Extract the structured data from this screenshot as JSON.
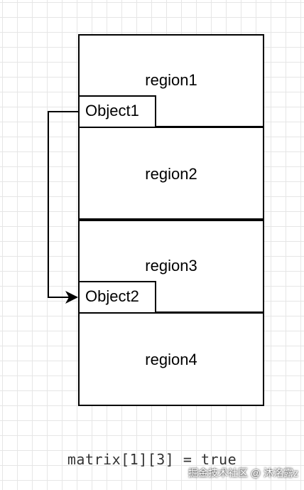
{
  "regions": [
    {
      "label": "region1"
    },
    {
      "label": "region2"
    },
    {
      "label": "region3"
    },
    {
      "label": "region4"
    }
  ],
  "objects": [
    {
      "label": "Object1"
    },
    {
      "label": "Object2"
    }
  ],
  "caption": "matrix[1][3] = true",
  "watermark": "掘金技术社区 @ 沐洺露z",
  "colors": {
    "stroke": "#000000",
    "grid": "#e6e6e6",
    "background": "#ffffff"
  }
}
